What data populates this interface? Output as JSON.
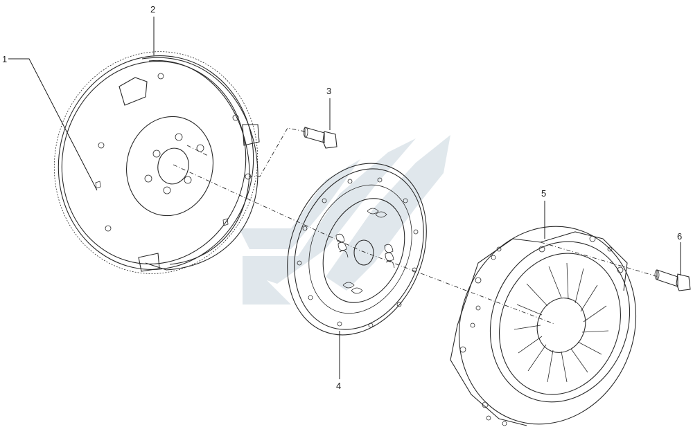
{
  "callouts": [
    {
      "id": "1",
      "label": "1"
    },
    {
      "id": "2",
      "label": "2"
    },
    {
      "id": "3",
      "label": "3"
    },
    {
      "id": "4",
      "label": "4"
    },
    {
      "id": "5",
      "label": "5"
    },
    {
      "id": "6",
      "label": "6"
    }
  ],
  "colors": {
    "line": "#2a2a2a",
    "watermark": "#dfe6ea",
    "shading": "#f3f3f3"
  }
}
